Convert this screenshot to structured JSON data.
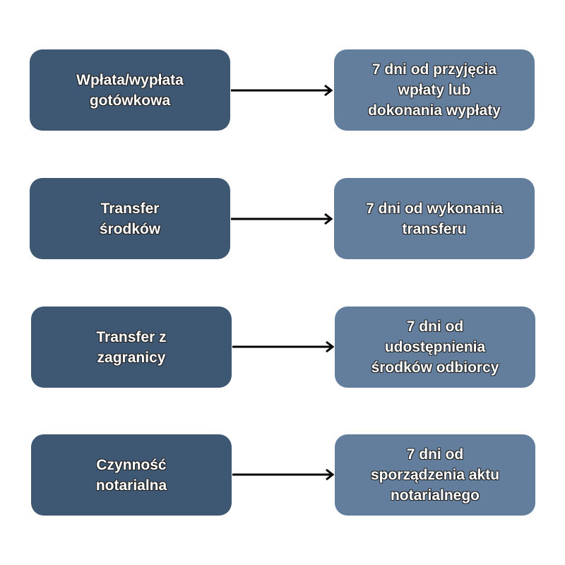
{
  "rows": [
    {
      "source": "Wpłata/wypłata\ngotówkowa",
      "deadline": "7 dni od przyjęcia\nwpłaty lub\ndokonania wypłaty"
    },
    {
      "source": "Transfer\nśrodków",
      "deadline": "7 dni od wykonania\ntransferu"
    },
    {
      "source": "Transfer z\nzagranicy",
      "deadline": "7 dni od\nudostępnienia\nśrodków odbiorcy"
    },
    {
      "source": "Czynność\nnotarialna",
      "deadline": "7 dni od\nsporządzenia aktu\nnotarialnego"
    }
  ],
  "colors": {
    "source_box": "#3e5874",
    "deadline_box": "#637e9d",
    "arrow": "#000000"
  }
}
